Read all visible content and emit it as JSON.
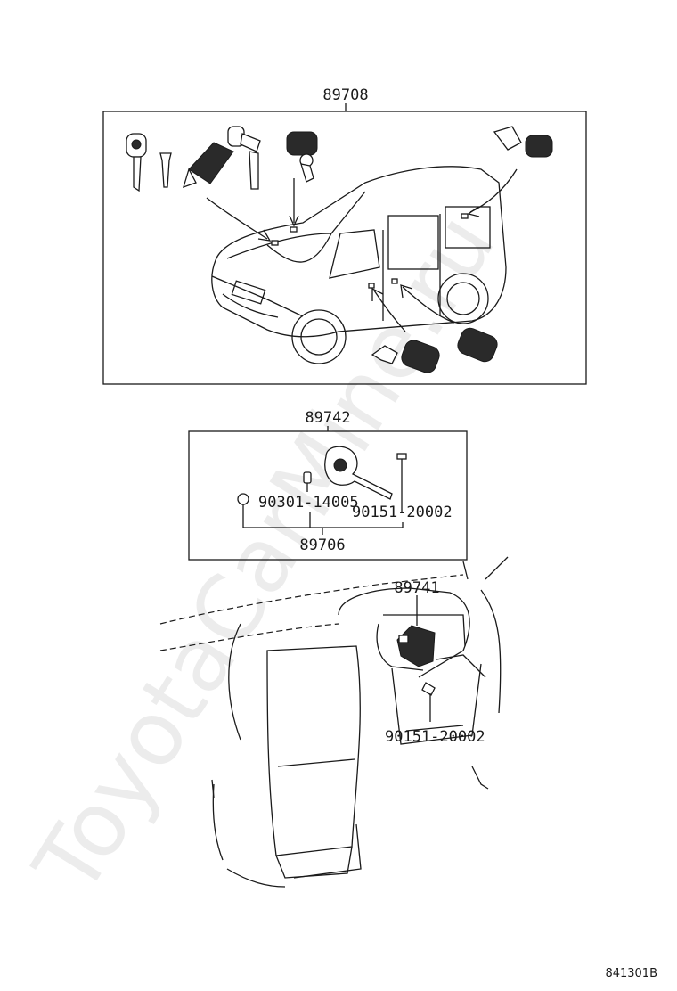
{
  "diagram": {
    "group_lock_set": "89708",
    "group_key_plate": "89742",
    "key_part": "90301-14005",
    "key_screw": "90151-20002",
    "sub_assy": "89706",
    "immobilizer": "89741",
    "immobilizer_screw": "90151-20002",
    "drawing_code": "841301B",
    "watermark": "ToyotaCarMine.ru"
  }
}
